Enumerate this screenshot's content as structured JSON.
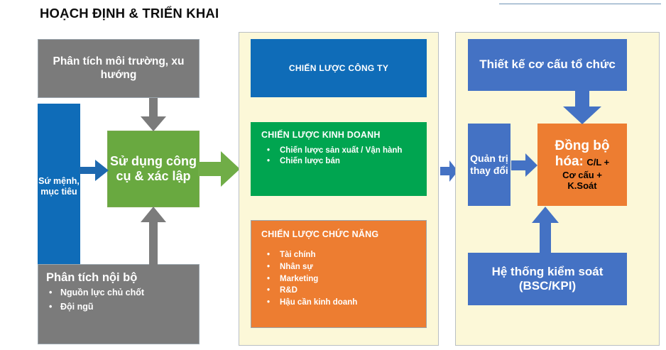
{
  "title": "HOẠCH ĐỊNH & TRIỂN KHAI",
  "colors": {
    "gray": "#7b7b7b",
    "blue_dark": "#0f6cb8",
    "green": "#69a940",
    "green_dark": "#00a550",
    "orange": "#ed7d31",
    "blue_mid": "#4472c4",
    "panel_bg": "#fcf8d8",
    "panel_border": "#b9bfc4"
  },
  "planning": {
    "environment_box": "Phân tích môi trường, xu hướng",
    "mission_box": "Sứ mệnh, mục tiêu",
    "tools_box": "Sử dụng công cụ & xác lập",
    "internal_box": {
      "heading": "Phân tích nội bộ",
      "items": [
        "Nguồn lực chủ chốt",
        "Đội ngũ"
      ]
    }
  },
  "strategy_panel": {
    "corporate_box": "CHIẾN LƯỢC CÔNG TY",
    "business_box": {
      "heading": "CHIẾN LƯỢC KINH DOANH",
      "items": [
        "Chiến lược sản xuất / Vận hành",
        "Chiến lược bán"
      ]
    },
    "functional_box": {
      "heading": "CHIẾN LƯỢC CHỨC NĂNG",
      "items": [
        "Tài chính",
        "Nhân sự",
        "Marketing",
        "R&D",
        "Hậu cần kinh doanh"
      ]
    }
  },
  "execution_panel": {
    "org_design_box": "Thiết kế cơ cấu tổ chức",
    "change_mgmt_box": "Quản trị thay đổi",
    "sync_box": {
      "label": "Đồng bộ hóa:",
      "detail_line1": "C/L +",
      "detail_line2": "Cơ cấu +",
      "detail_line3": "K.Soát"
    },
    "control_box": "Hệ thống kiểm soát (BSC/KPI)"
  },
  "arrows": {
    "env_to_tools": "arrow-down-gray",
    "mission_to_tools": "arrow-right-blue",
    "internal_to_tools": "arrow-up-gray",
    "tools_to_strategy": "arrow-right-green",
    "strategy_to_execution": "arrow-right-blue",
    "orgdesign_to_sync": "arrow-down-blue",
    "change_to_sync": "arrow-right-blue",
    "control_to_sync": "arrow-up-blue"
  }
}
